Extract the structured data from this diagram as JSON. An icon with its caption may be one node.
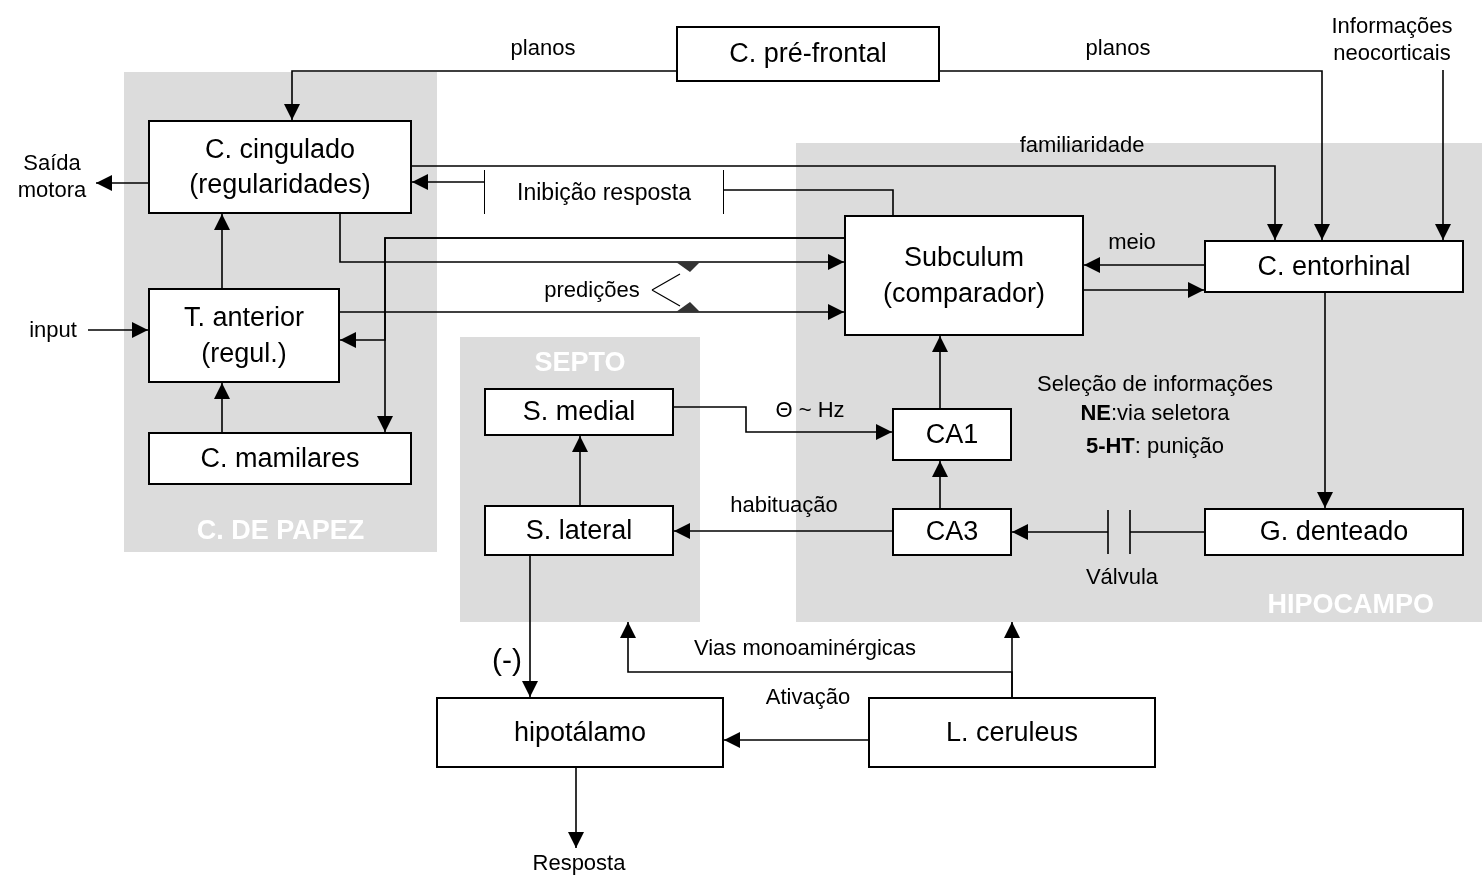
{
  "diagram": {
    "nodes": [
      {
        "text": [
          "C. DE PAPEZ"
        ]
      },
      {
        "text": [
          "C. cingulado (regularidades)"
        ],
        "in": 0
      },
      {
        "text": [
          "T. anterior (regul.)"
        ],
        "in": 0
      },
      {
        "text": [
          "C. mamilares"
        ],
        "in": 0
      },
      {
        "text": [
          "SEPTO"
        ]
      },
      {
        "text": [
          "S. medial"
        ],
        "in": 4
      },
      {
        "text": [
          "S. lateral"
        ],
        "in": 4
      },
      {
        "text": [
          "HIPOCAMPO"
        ]
      },
      {
        "text": [
          "Subculum (comparador)"
        ],
        "in": 7
      },
      {
        "text": [
          "C. entorhinal"
        ],
        "in": 7
      },
      {
        "text": [
          "CA1"
        ],
        "in": 7
      },
      {
        "text": [
          "CA3"
        ],
        "in": 7
      },
      {
        "text": [
          "G. denteado"
        ],
        "in": 7
      },
      {
        "text": [
          "C. pré-frontal"
        ]
      },
      {
        "text": [
          "hipotálamo"
        ]
      },
      {
        "text": [
          "L. ceruleus"
        ]
      },
      {
        "text": [
          "Inibição resposta"
        ]
      },
      {
        "text": [
          "Saída motora"
        ]
      },
      {
        "text": [
          "input"
        ]
      },
      {
        "text": [
          "Informações neocorticais"
        ]
      },
      {
        "text": [
          "Resposta"
        ]
      }
    ],
    "edges": [
      {
        "from": 13,
        "to": 1,
        "arrow": "to",
        "label": "planos"
      },
      {
        "from": 13,
        "to": 9,
        "arrow": "to",
        "label": "planos"
      },
      {
        "from": 19,
        "to": 9,
        "arrow": "to"
      },
      {
        "from": 1,
        "to": 9,
        "arrow": "to",
        "label": "familiaridade"
      },
      {
        "from": 8,
        "to": 16,
        "arrow": "none"
      },
      {
        "from": 16,
        "to": 1,
        "arrow": "to"
      },
      {
        "from": 1,
        "to": 17,
        "arrow": "to"
      },
      {
        "from": 1,
        "to": 8,
        "arrow": "to"
      },
      {
        "from": 8,
        "to": 3,
        "arrow": "to"
      },
      {
        "from": 8,
        "to": 2,
        "arrow": "to"
      },
      {
        "from": 2,
        "to": 8,
        "arrow": "to"
      },
      {
        "from": 2,
        "to": 1,
        "arrow": "to"
      },
      {
        "from": 3,
        "to": 2,
        "arrow": "to"
      },
      {
        "from": 18,
        "to": 2,
        "arrow": "to"
      },
      {
        "from": 9,
        "to": 8,
        "arrow": "to",
        "label": "meio"
      },
      {
        "from": 8,
        "to": 9,
        "arrow": "to"
      },
      {
        "from": 10,
        "to": 8,
        "arrow": "to"
      },
      {
        "from": 11,
        "to": 10,
        "arrow": "to"
      },
      {
        "from": 5,
        "to": 10,
        "arrow": "to",
        "label": "Θ ~ Hz"
      },
      {
        "from": 6,
        "to": 5,
        "arrow": "to"
      },
      {
        "from": 11,
        "to": 6,
        "arrow": "to",
        "label": "habituação"
      },
      {
        "from": 12,
        "to": 11,
        "arrow": "to",
        "label": "Válvula"
      },
      {
        "from": 9,
        "to": 12,
        "arrow": "to"
      },
      {
        "from": 6,
        "to": 14,
        "arrow": "to",
        "label": "(-)"
      },
      {
        "from": 15,
        "to": 14,
        "arrow": "to",
        "label": "Ativação"
      },
      {
        "from": 15,
        "to": 4,
        "arrow": "to",
        "label": "Vias monoaminérgicas"
      },
      {
        "from": 15,
        "to": 7,
        "arrow": "to"
      },
      {
        "from": 14,
        "to": 20,
        "arrow": "to"
      }
    ],
    "labels": [
      "predições",
      "Seleção de informações",
      "**NE**:via seletora",
      "**5-HT**: punição"
    ]
  }
}
